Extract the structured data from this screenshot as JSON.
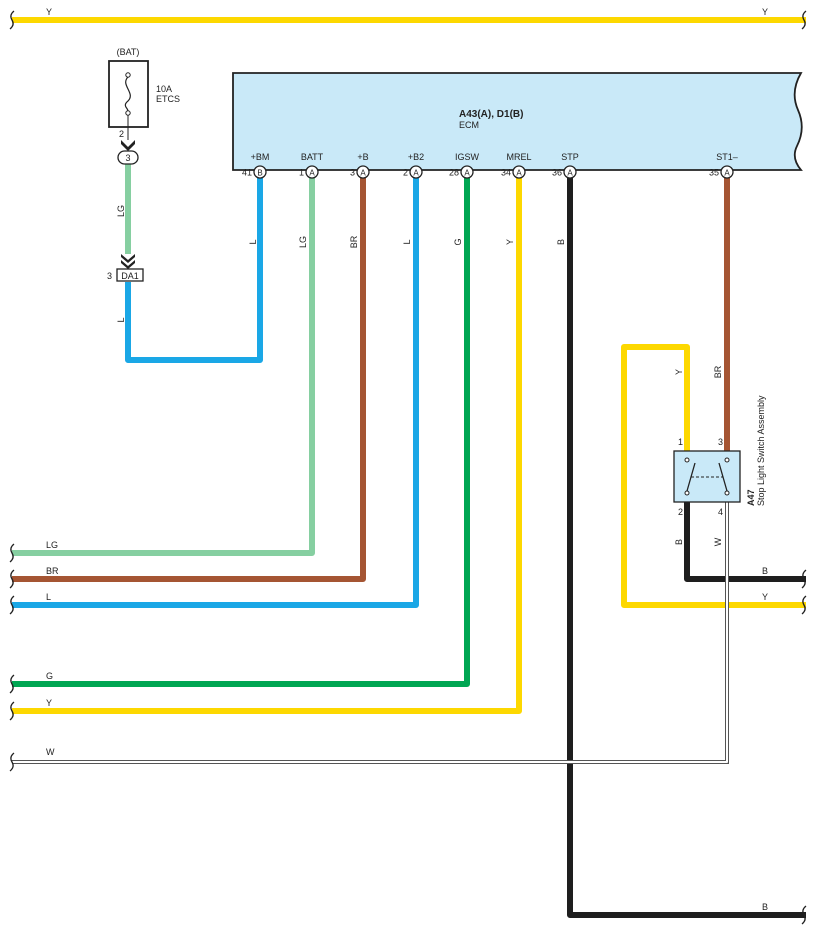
{
  "colors": {
    "Y": "#FDD800",
    "LG": "#86CFA1",
    "BR": "#A55533",
    "L": "#1AA7E6",
    "G": "#00A653",
    "B": "#1E1E1E",
    "W": "#FFFFFF",
    "ecm_fill": "#C9E9F8"
  },
  "fuse": {
    "source": "(BAT)",
    "rating": "10A",
    "name": "ETCS",
    "pin": "2",
    "connector": "3"
  },
  "junction": {
    "pin": "3",
    "name": "DA1"
  },
  "ecm": {
    "connectors": "A43(A), D1(B)",
    "name": "ECM"
  },
  "ecm_pins": [
    {
      "label": "+BM",
      "pin": "41",
      "conn": "B"
    },
    {
      "label": "BATT",
      "pin": "1",
      "conn": "A"
    },
    {
      "label": "+B",
      "pin": "3",
      "conn": "A"
    },
    {
      "label": "+B2",
      "pin": "2",
      "conn": "A"
    },
    {
      "label": "IGSW",
      "pin": "28",
      "conn": "A"
    },
    {
      "label": "MREL",
      "pin": "34",
      "conn": "A"
    },
    {
      "label": "STP",
      "pin": "36",
      "conn": "A"
    },
    {
      "label": "ST1–",
      "pin": "35",
      "conn": "A"
    }
  ],
  "stop_switch": {
    "id": "A47",
    "name": "Stop Light Switch Assembly",
    "pins": [
      "1",
      "3",
      "2",
      "4"
    ]
  },
  "wire_labels": {
    "top_left": "Y",
    "top_right": "Y",
    "fuse_da1": "LG",
    "da1_out": "L",
    "bm": "L",
    "batt": "LG",
    "plus_b": "BR",
    "plus_b2": "L",
    "igsw": "G",
    "mrel": "Y",
    "stp": "B",
    "st1": "BR",
    "sw_pin1": "Y",
    "sw_pin2": "B",
    "sw_pin4": "W",
    "left_lg": "LG",
    "left_br": "BR",
    "left_l": "L",
    "left_g": "G",
    "left_y": "Y",
    "left_w": "W",
    "right_b": "B",
    "right_y": "Y",
    "bottom_b": "B"
  }
}
